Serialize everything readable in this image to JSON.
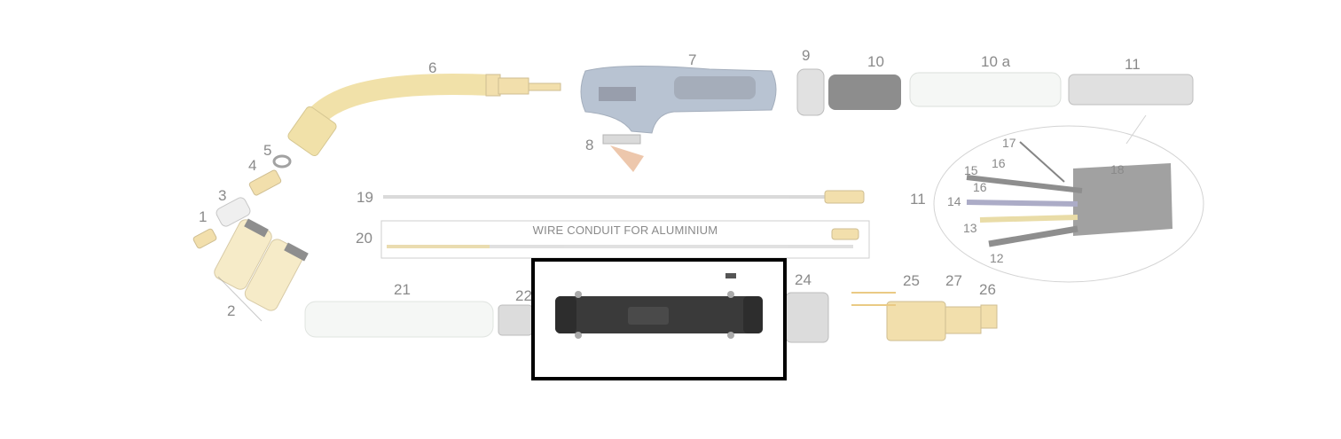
{
  "diagram": {
    "part_labels": {
      "p1": "1",
      "p2": "2",
      "p3": "3",
      "p4": "4",
      "p5": "5",
      "p6": "6",
      "p7": "7",
      "p8": "8",
      "p9": "9",
      "p10": "10",
      "p10a": "10 a",
      "p11": "11",
      "p11b": "11",
      "p12": "12",
      "p13": "13",
      "p14": "14",
      "p15": "15",
      "p16a": "16",
      "p16b": "16",
      "p17": "17",
      "p18": "18",
      "p19": "19",
      "p20": "20",
      "p21": "21",
      "p22": "22",
      "p24": "24",
      "p25": "25",
      "p26": "26",
      "p27": "27"
    },
    "conduit_box_title": "WIRE CONDUIT FOR ALUMINIUM"
  },
  "colors": {
    "brass": "#e9cf7c",
    "brass_dark": "#c9a84a",
    "handle_blue": "#8a9db6",
    "grey_part": "#cfcfcf",
    "black_part": "#3a3a3a",
    "highlight_box": "#000000"
  }
}
